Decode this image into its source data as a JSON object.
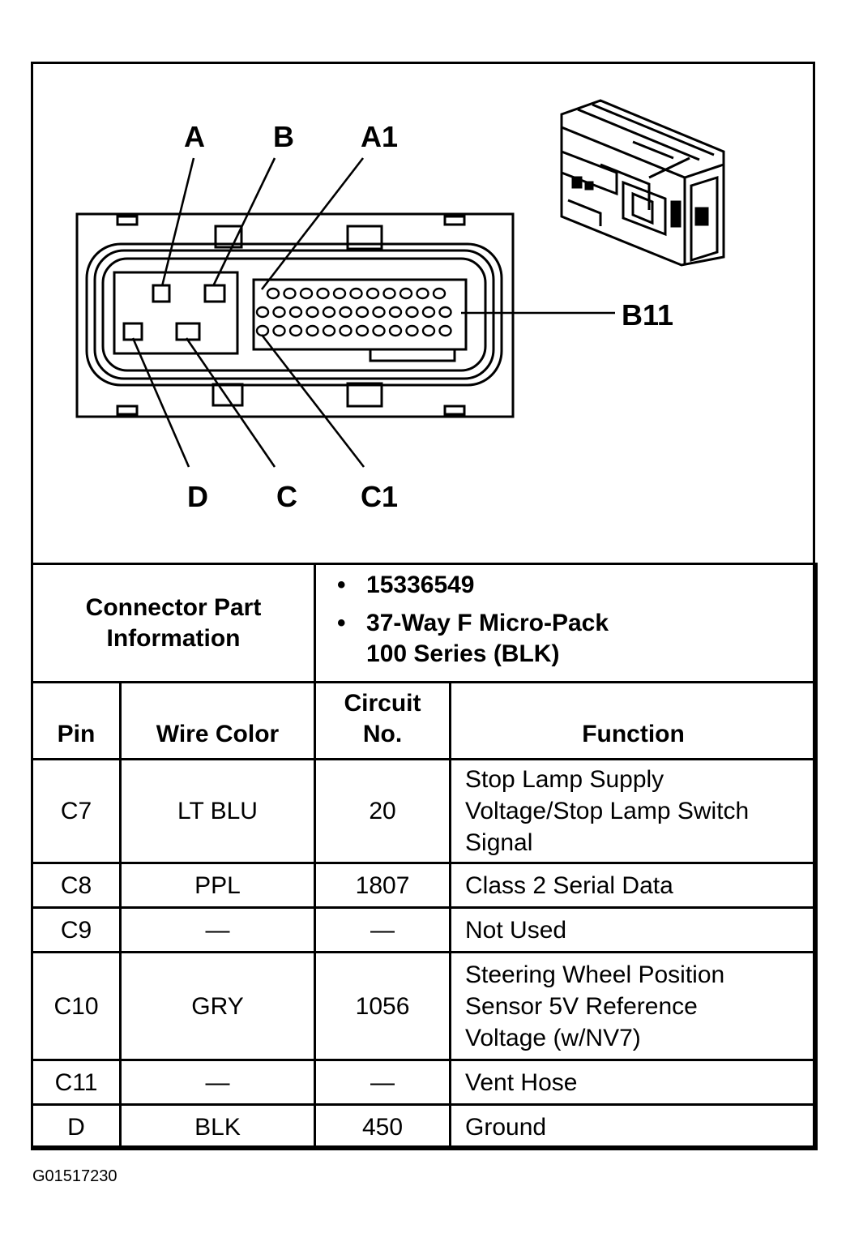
{
  "callouts": {
    "a": "A",
    "b": "B",
    "a1": "A1",
    "b11": "B11",
    "d": "D",
    "c": "C",
    "c1": "C1"
  },
  "connector_info": {
    "label_line1": "Connector Part",
    "label_line2": "Information",
    "bullet": "•",
    "part_number": "15336549",
    "description_line1": "37-Way F Micro-Pack",
    "description_line2": "100 Series (BLK)"
  },
  "columns": {
    "pin": "Pin",
    "wire_color": "Wire Color",
    "circuit_line1": "Circuit",
    "circuit_line2": "No.",
    "function": "Function"
  },
  "rows": [
    {
      "pin": "C7",
      "wire_color": "LT BLU",
      "circuit": "20",
      "function": [
        "Stop Lamp Supply",
        "Voltage/Stop Lamp Switch",
        "Signal"
      ]
    },
    {
      "pin": "C8",
      "wire_color": "PPL",
      "circuit": "1807",
      "function": [
        "Class 2 Serial Data"
      ]
    },
    {
      "pin": "C9",
      "wire_color": "—",
      "circuit": "—",
      "function": [
        "Not Used"
      ]
    },
    {
      "pin": "C10",
      "wire_color": "GRY",
      "circuit": "1056",
      "function": [
        "Steering Wheel Position",
        "Sensor 5V Reference",
        "Voltage (w/NV7)"
      ]
    },
    {
      "pin": "C11",
      "wire_color": "—",
      "circuit": "—",
      "function": [
        "Vent Hose"
      ]
    },
    {
      "pin": "D",
      "wire_color": "BLK",
      "circuit": "450",
      "function": [
        "Ground"
      ]
    }
  ],
  "figure_code": "G01517230"
}
